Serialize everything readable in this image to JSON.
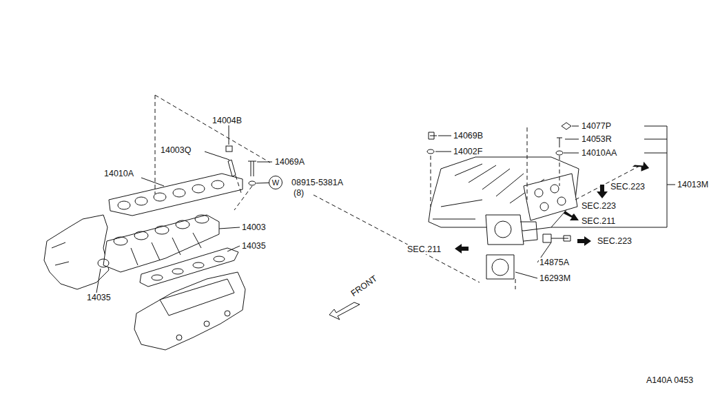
{
  "diagram": {
    "nodes": [
      {
        "text": [
          "W"
        ]
      }
    ],
    "labels": [
      "14004B",
      "14003Q",
      "14069A",
      "14010A",
      "08915-5381A",
      "(8)",
      "14003",
      "14035",
      "14035",
      "14069B",
      "14077P",
      "14002F",
      "14053R",
      "14010AA",
      "14013M",
      "SEC.223",
      "SEC.223",
      "SEC.211",
      "SEC.211",
      "SEC.223",
      "14875A",
      "16293M",
      "FRONT",
      "A140A 0453"
    ]
  }
}
